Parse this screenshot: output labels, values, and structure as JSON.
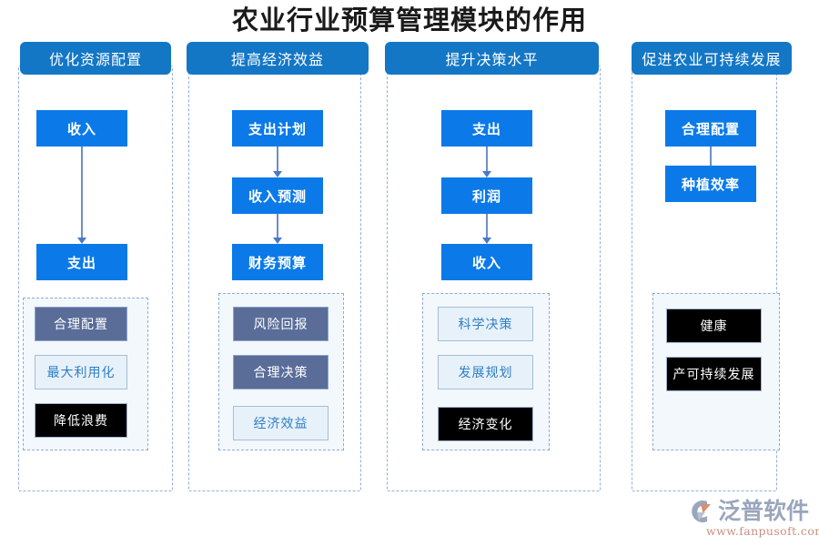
{
  "title": "农业行业预算管理模块的作用",
  "colors": {
    "header_blue": "#1377c6",
    "process_blue": "#0b7ae8",
    "dashed_border": "#93aedd",
    "inner_panel_bg": "#f3f8fc",
    "tag_slate": "#5a6d99",
    "tag_light_bg": "#e7f1fa",
    "tag_light_text": "#2f7ec4",
    "tag_black": "#000000",
    "arrow": "#6f8ec4"
  },
  "columns": [
    {
      "header": "优化资源配置",
      "process": [
        "收入",
        "支出"
      ],
      "tags": [
        {
          "label": "合理配置",
          "style": "slate"
        },
        {
          "label": "最大利用化",
          "style": "light"
        },
        {
          "label": "降低浪费",
          "style": "black"
        }
      ]
    },
    {
      "header": "提高经济效益",
      "process": [
        "支出计划",
        "收入预测",
        "财务预算"
      ],
      "tags": [
        {
          "label": "风险回报",
          "style": "slate"
        },
        {
          "label": "合理决策",
          "style": "slate"
        },
        {
          "label": "经济效益",
          "style": "light"
        }
      ]
    },
    {
      "header": "提升决策水平",
      "process": [
        "支出",
        "利润",
        "收入"
      ],
      "tags": [
        {
          "label": "科学决策",
          "style": "light"
        },
        {
          "label": "发展规划",
          "style": "light"
        },
        {
          "label": "经济变化",
          "style": "black"
        }
      ]
    },
    {
      "header": "促进农业可持续发展",
      "process": [
        "合理配置",
        "种植效率"
      ],
      "tags": [
        {
          "label": "健康",
          "style": "black"
        },
        {
          "label": "产可持续发展",
          "style": "black"
        }
      ]
    }
  ],
  "watermark": {
    "text": "泛普软件"
  },
  "brand": {
    "name": "泛普软件",
    "url": "www.fanpusoft.com"
  }
}
